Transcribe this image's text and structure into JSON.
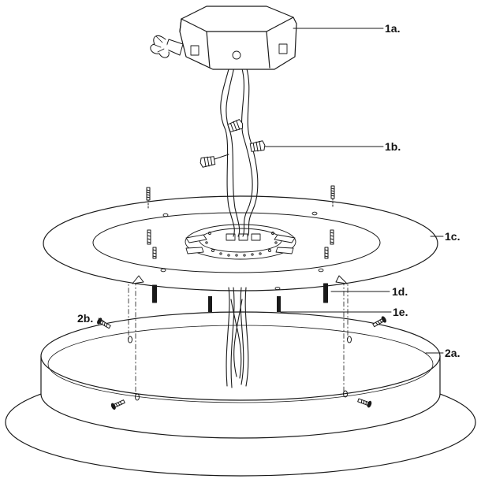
{
  "callouts": {
    "c1a": "1a.",
    "c1b": "1b.",
    "c1c": "1c.",
    "c1d": "1d.",
    "c1e": "1e.",
    "c2a": "2a.",
    "c2b": "2b."
  },
  "colors": {
    "line": "#1a1a1a",
    "fill": "#ffffff"
  }
}
